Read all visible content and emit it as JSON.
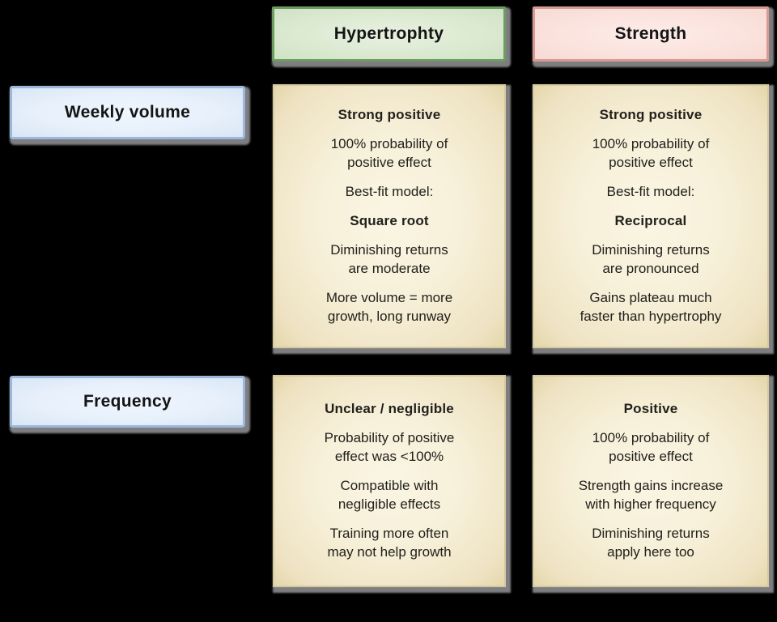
{
  "colors": {
    "background": "#000000",
    "hypertrophy_header_fill": "#dcead2",
    "hypertrophy_header_border": "#6d9c61",
    "strength_header_fill": "#fbe3de",
    "strength_header_border": "#d69b92",
    "row_label_fill": "#e7f0fb",
    "row_label_border": "#9cb7da",
    "cell_fill": "#f7f0d9",
    "cell_edge": "#e4d7ab",
    "shadow": "#8f9094",
    "text": "#21201b"
  },
  "headers": {
    "hypertrophy": "Hypertrophty",
    "strength": "Strength"
  },
  "rows": {
    "weekly_volume": "Weekly volume",
    "frequency": "Frequency"
  },
  "cells": {
    "hypertrophy_volume": {
      "title": "Strong positive",
      "probability": "100% probability of\npositive effect",
      "model_label": "Best-fit model:",
      "model": "Square root",
      "note1": "Diminishing returns\nare moderate",
      "note2": "More volume = more\ngrowth, long runway"
    },
    "strength_volume": {
      "title": "Strong positive",
      "probability": "100% probability of\npositive effect",
      "model_label": "Best-fit model:",
      "model": "Reciprocal",
      "note1": "Diminishing returns\nare pronounced",
      "note2": "Gains plateau much\nfaster than hypertrophy"
    },
    "hypertrophy_frequency": {
      "title": "Unclear / negligible",
      "probability": "Probability of positive\neffect was <100%",
      "note1": "Compatible with\nnegligible effects",
      "note2": "Training more often\nmay not help growth"
    },
    "strength_frequency": {
      "title": "Positive",
      "probability": "100% probability of\npositive effect",
      "note1": "Strength gains increase\nwith higher frequency",
      "note2": "Diminishing returns\napply here too"
    }
  }
}
